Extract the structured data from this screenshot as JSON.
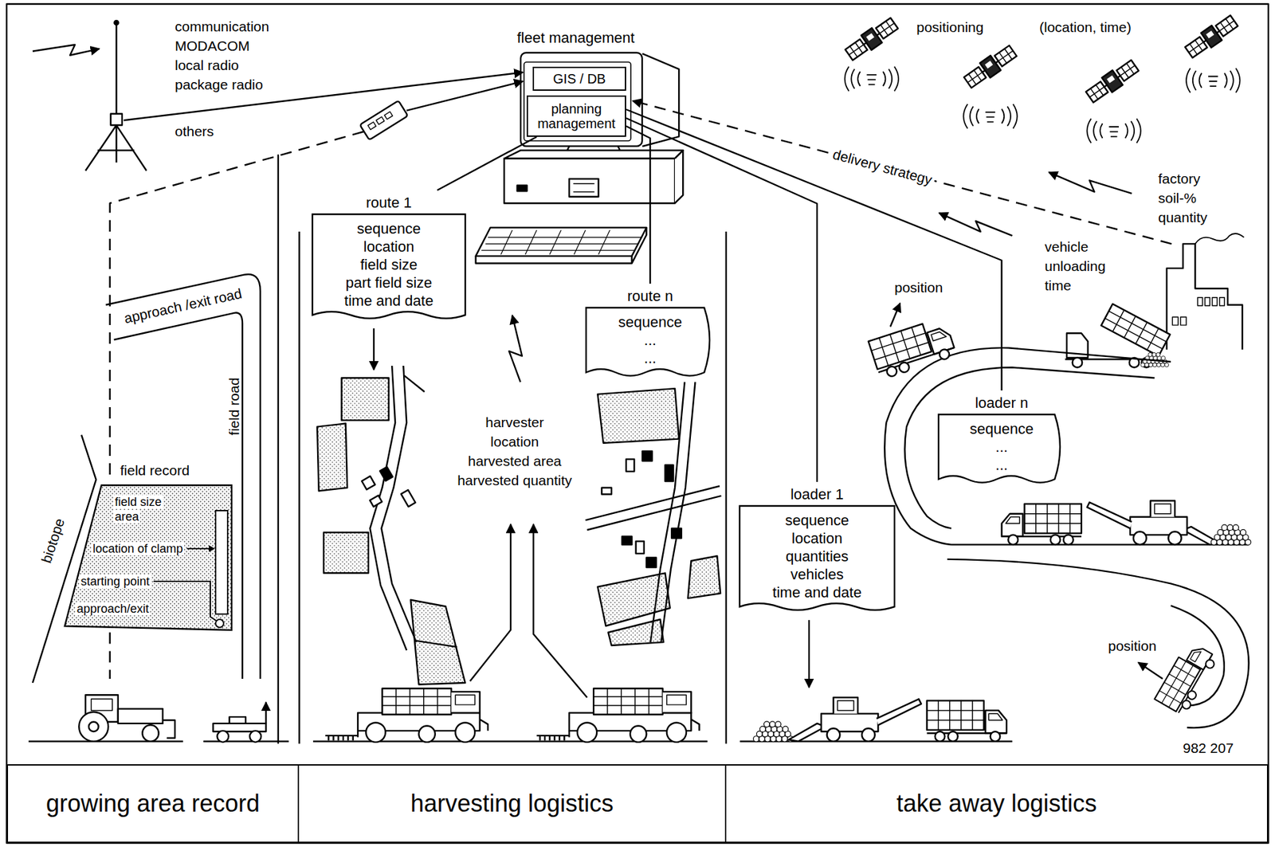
{
  "diagram": {
    "nodes": [
      {
        "text": [
          "fleet management"
        ]
      },
      {
        "text": [
          "GIS / DB"
        ],
        "in": 0
      },
      {
        "text": [
          "planning management"
        ],
        "in": 0
      },
      {
        "text": [
          "field record",
          "field size",
          "area",
          "location of clamp",
          "starting point",
          "approach/exit"
        ]
      },
      {
        "text": [
          "route 1",
          "sequence",
          "location",
          "field size",
          "part field size",
          "time and date"
        ]
      },
      {
        "text": [
          "route n",
          "sequence",
          "...",
          "..."
        ]
      },
      {
        "text": [
          "loader n",
          "sequence",
          "...",
          "..."
        ]
      },
      {
        "text": [
          "loader 1",
          "sequence",
          "location",
          "quantities",
          "vehicles",
          "time and date"
        ]
      },
      {
        "text": [
          "growing area record"
        ]
      },
      {
        "text": [
          "harvesting logistics"
        ]
      },
      {
        "text": [
          "take away logistics"
        ]
      }
    ],
    "edges": [
      {
        "from": 2,
        "to": 4,
        "arrow": "none"
      },
      {
        "from": 2,
        "to": 5,
        "arrow": "none"
      },
      {
        "from": 2,
        "to": 6,
        "arrow": "none"
      },
      {
        "from": 2,
        "to": 7,
        "arrow": "none"
      }
    ],
    "labels": [
      "communication",
      "MODACOM",
      "local radio",
      "package radio",
      "others",
      "positioning",
      "(location, time)",
      "delivery strategy",
      "factory",
      "soil-%",
      "quantity",
      "vehicle",
      "unloading",
      "time",
      "position",
      "harvester",
      "location",
      "harvested area",
      "harvested quantity",
      "position",
      "approach /exit road",
      "field road",
      "biotope",
      "982 207"
    ]
  }
}
